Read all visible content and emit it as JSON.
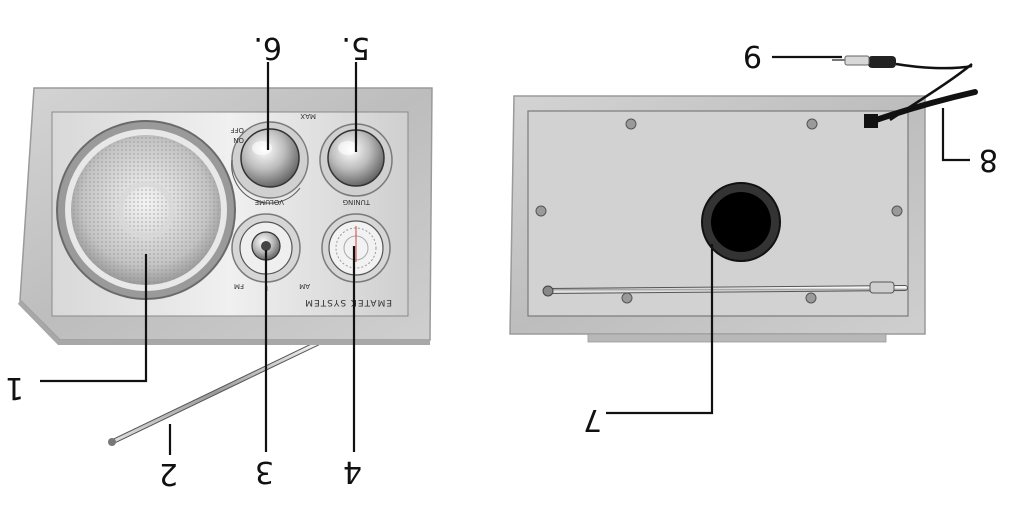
{
  "figure": {
    "callouts": {
      "c1": "1",
      "c2": "2",
      "c3": "3",
      "c4": "4",
      "c5": "5.",
      "c6": "6.",
      "c7": "7",
      "c8": "8",
      "c9": "9"
    },
    "front_panel": {
      "brand": "EMATEK SYSTEM",
      "volume_label": "VOLUME",
      "tuning_label": "TUNING",
      "off_label": "OFF",
      "on_label": "ON",
      "max_label": "MAX",
      "fm_label": "FM",
      "am_label": "AM",
      "switch_mark": "I"
    },
    "colors": {
      "line": "#111111",
      "wood": "#c8c8c8",
      "metal": "#e2e2e2",
      "dark": "#111111"
    }
  }
}
